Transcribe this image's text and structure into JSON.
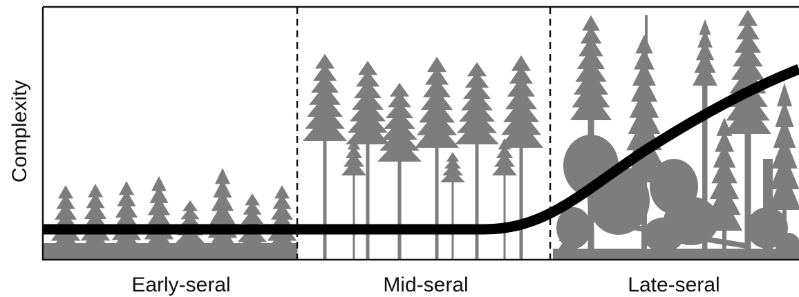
{
  "y_axis_label": "Complexity",
  "stages": [
    {
      "label": "Early-seral"
    },
    {
      "label": "Mid-seral"
    },
    {
      "label": "Late-seral"
    }
  ],
  "colors": {
    "tree": "#7d7d7d",
    "curve": "#000000",
    "frame": "#111111",
    "background": "#ffffff"
  }
}
